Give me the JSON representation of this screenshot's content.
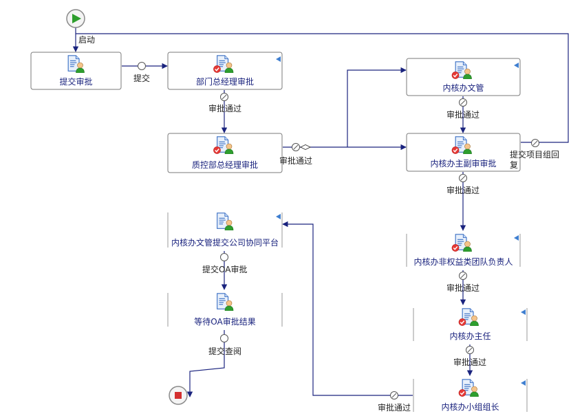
{
  "colors": {
    "edge": "#1a237e",
    "node_border": "#7a7a7a",
    "node_text": "#1a237e",
    "start": "#2e9e2e",
    "end": "#d32f2f",
    "corner_marker": "#3f7fd0"
  },
  "icons": {
    "task": "document-user-icon",
    "approval": "approval-document-user-icon",
    "start": "play-icon",
    "end": "stop-icon",
    "connector": "connector-circle-icon",
    "conditional_connector": "conditional-connector-icon",
    "corner": "node-corner-marker-icon"
  },
  "nodes": [
    {
      "id": "submit",
      "label": "提交审批"
    },
    {
      "id": "dept-gm",
      "label": "部门总经理审批"
    },
    {
      "id": "qc-gm",
      "label": "质控部总经理审批"
    },
    {
      "id": "nhb-wg",
      "label": "内核办文管"
    },
    {
      "id": "nhb-vice",
      "label": "内核办主副审审批"
    },
    {
      "id": "nhb-team",
      "label": "内核办非权益类团队负责人"
    },
    {
      "id": "nhb-director",
      "label": "内核办主任"
    },
    {
      "id": "nhb-leader",
      "label": "内核办小组组长"
    },
    {
      "id": "nhb-oa",
      "label": "内核办文管提交公司协同平台"
    },
    {
      "id": "wait-oa",
      "label": "等待OA审批结果"
    }
  ],
  "edges": [
    {
      "id": "start-edge",
      "label": "启动"
    },
    {
      "id": "submit-edge",
      "label": "提交"
    },
    {
      "id": "dept-approve",
      "label": "审批通过"
    },
    {
      "id": "qc-approve",
      "label": "审批通过"
    },
    {
      "id": "wg-approve",
      "label": "审批通过"
    },
    {
      "id": "vice-approve",
      "label": "审批通过"
    },
    {
      "id": "return-edge",
      "label_lines": [
        "提交项目组回",
        "复"
      ]
    },
    {
      "id": "team-approve",
      "label": "审批通过"
    },
    {
      "id": "director-approve",
      "label": "审批通过"
    },
    {
      "id": "leader-approve",
      "label": "审批通过"
    },
    {
      "id": "oa-submit",
      "label": "提交OA审批"
    },
    {
      "id": "archive",
      "label": "提交查阅"
    }
  ]
}
